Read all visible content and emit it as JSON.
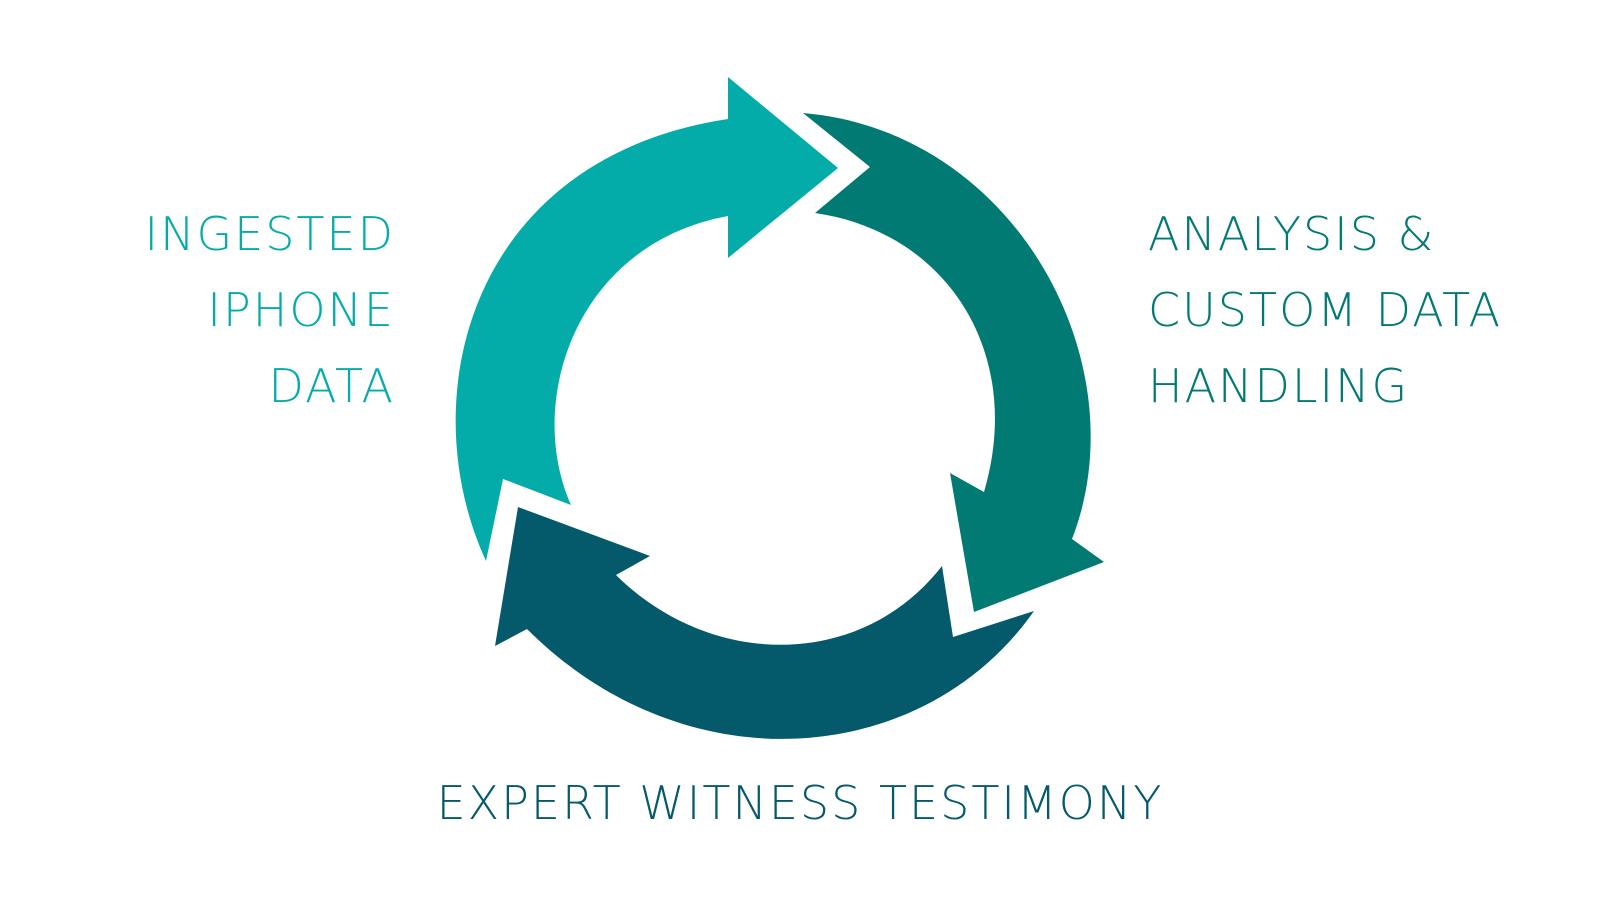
{
  "diagram": {
    "type": "cycle",
    "stages": [
      {
        "id": "ingested",
        "lines": [
          "INGESTED",
          "IPHONE",
          "DATA"
        ],
        "color": "#03ACA8"
      },
      {
        "id": "analysis",
        "lines": [
          "ANALYSIS &",
          "CUSTOM DATA",
          "HANDLING"
        ],
        "color": "#007A72"
      },
      {
        "id": "testimony",
        "lines": [
          "EXPERT WITNESS TESTIMONY"
        ],
        "color": "#045A6B"
      }
    ],
    "flow": "clockwise"
  }
}
